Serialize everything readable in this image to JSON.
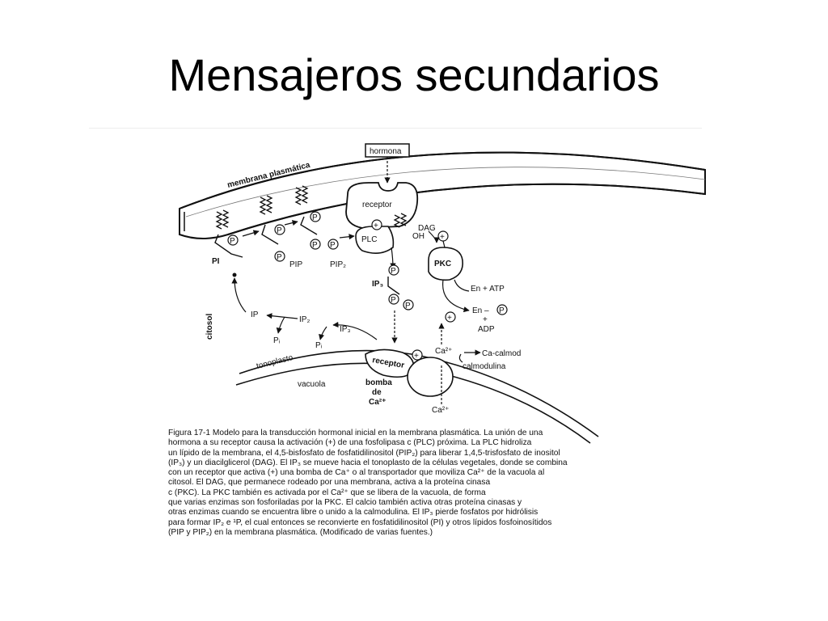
{
  "slide": {
    "title": "Mensajeros secundarios"
  },
  "diagram": {
    "hormona": "hormona",
    "membrana_plasmatica": "membrana plasmática",
    "receptor": "receptor",
    "plc": "PLC",
    "dag": "DAG",
    "oh": "OH",
    "pkc": "PKC",
    "pi": "PI",
    "pip": "PIP",
    "pip2": "PIP₂",
    "ip3": "IP₃",
    "ip3_cyt": "IP₃",
    "ip2": "IP₂",
    "ip": "IP",
    "pi_small_1": "Pᵢ",
    "pi_small_2": "Pᵢ",
    "en_atp": "En + ATP",
    "en_p": "En –",
    "plus_sign": "+",
    "adp": "ADP",
    "citosol": "citosol",
    "tonoplasto": "tonoplasto",
    "vacuola": "vacuola",
    "receptor_tono": "receptor",
    "bomba": "bomba",
    "de": "de",
    "ca_pump": "Ca²⁺",
    "ca_upper": "Ca²⁺",
    "ca_lower": "Ca²⁺",
    "ca_calmod": "Ca-calmod",
    "calmodulina": "calmodulina",
    "p": "P",
    "plus": "+"
  },
  "caption": {
    "lines": [
      "Figura 17-1  Modelo para la transducción hormonal inicial en la membrana plasmática. La unión de una",
      "hormona a su receptor causa la activación (+) de una fosfolipasa c (PLC) próxima. La PLC hidroliza",
      "un lípido de la membrana, el 4,5-bisfosfato de fosfatidilinositol (PIP₂) para liberar 1,4,5-trisfosfato de inositol",
      "(IP₃) y un diacilglicerol (DAG). El IP₃ se mueve hacia el tonoplasto de la células vegetales, donde se combina",
      "con un receptor que activa (+) una bomba de Ca⁺ o al transportador que moviliza Ca²⁺ de la vacuola al",
      "citosol. El DAG, que permanece rodeado por una membrana, activa a la proteína cinasa",
      "c (PKC). La PKC también es activada por el Ca²⁺ que se libera de la vacuola, de forma",
      "que varias enzimas son fosforiladas por la PKC. El calcio también activa otras proteína cinasas y",
      "otras enzimas cuando se encuentra libre o unido a la calmodulina. El IP₃ pierde fosfatos por hidrólisis",
      "para formar IP₂ e ¹P, el cual entonces se reconvierte en fosfatidilinositol (PI) y otros lípidos fosfoinosítidos",
      "(PIP y PIP₂) en la membrana plasmática. (Modificado de varias fuentes.)"
    ]
  }
}
